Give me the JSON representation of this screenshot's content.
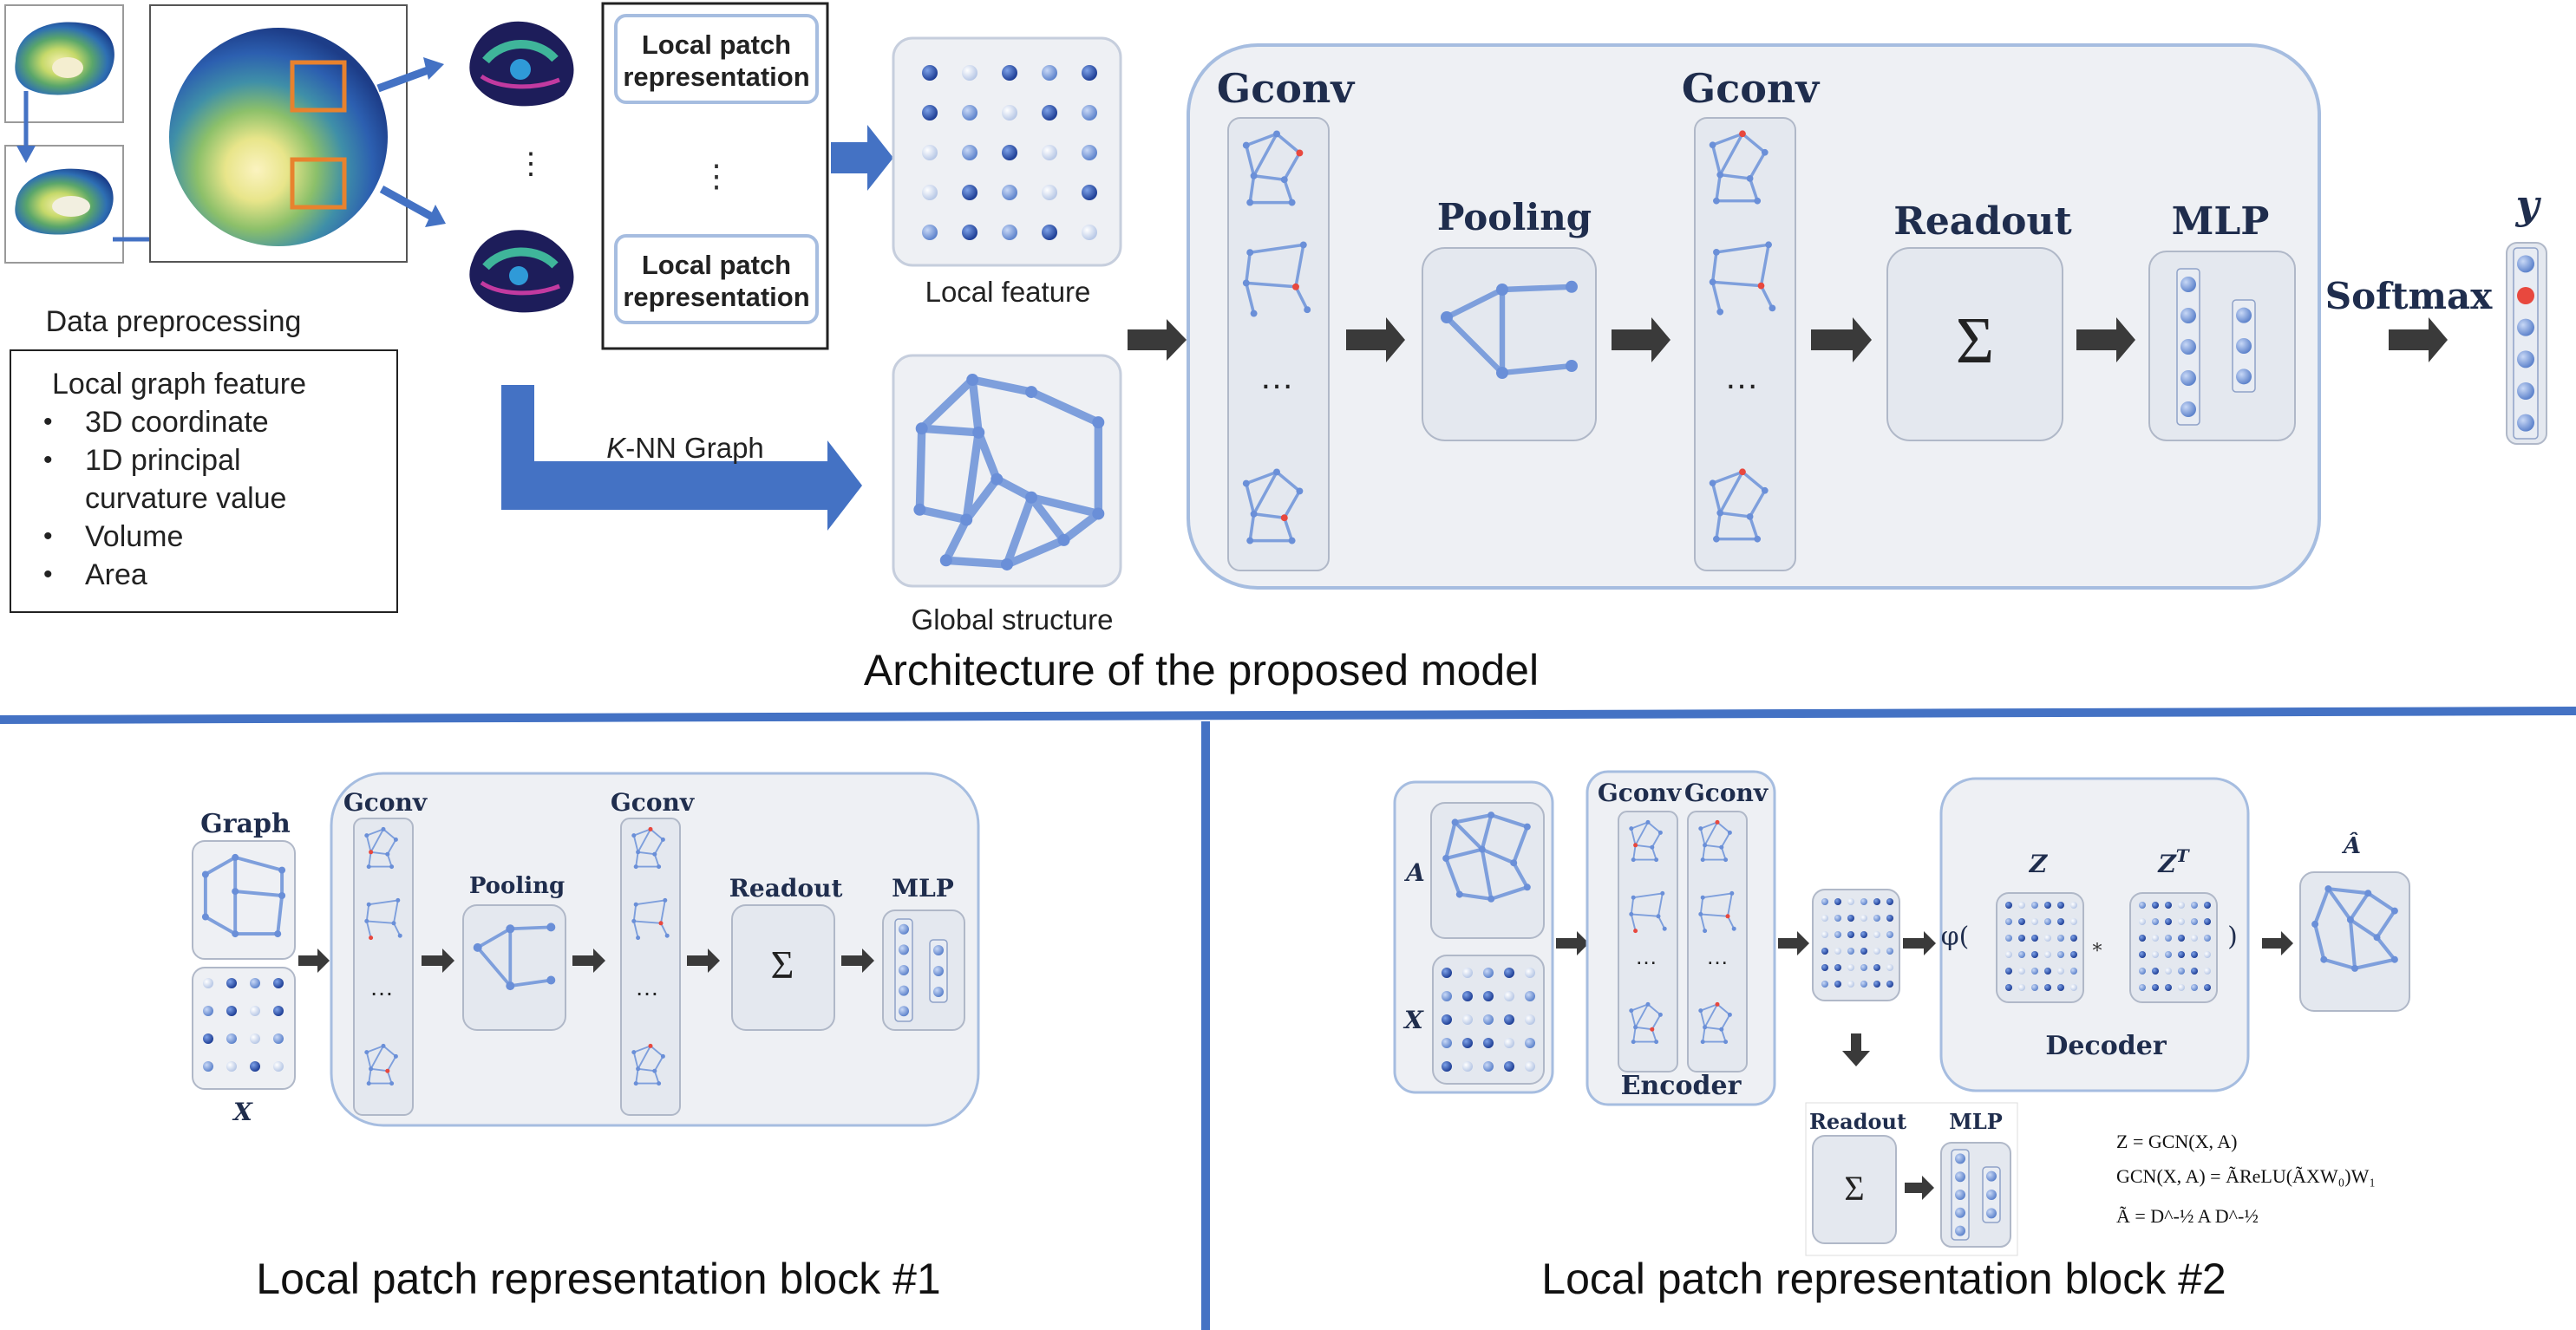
{
  "top": {
    "patch_box": {
      "label_top": "Local patch representation",
      "ellipsis": "⋮",
      "label_bottom": "Local patch representation"
    },
    "data_preprocessing": "Data preprocessing",
    "feature_box": {
      "title": "Local graph feature",
      "items": [
        "3D coordinate",
        "1D principal",
        "curvature value",
        "Volume",
        "Area"
      ]
    },
    "knn_label": "K-NN Graph",
    "local_feature": "Local feature",
    "global_structure": "Global structure",
    "gconv1": "Gconv",
    "gconv2": "Gconv",
    "pooling": "Pooling",
    "readout": "Readout",
    "mlp": "MLP",
    "sum_symbol": "Σ",
    "dots": "…",
    "softmax": "Softmax",
    "y": "y",
    "caption": "Architecture of the proposed model"
  },
  "block1": {
    "graph": "Graph",
    "x": "X",
    "gconv1": "Gconv",
    "gconv2": "Gconv",
    "pooling": "Pooling",
    "readout": "Readout",
    "mlp": "MLP",
    "sum_symbol": "Σ",
    "dots": "…",
    "caption": "Local patch representation block #1"
  },
  "block2": {
    "a": "A",
    "x": "X",
    "gconv1": "Gconv",
    "gconv2": "Gconv",
    "encoder": "Encoder",
    "z": "Z",
    "phi_open": "φ(",
    "times": "*",
    "close_paren": ")",
    "z2": "Z",
    "zt_sup": "T",
    "a_hat": "Â",
    "decoder": "Decoder",
    "readout": "Readout",
    "mlp": "MLP",
    "sum_symbol": "Σ",
    "dots": "…",
    "eq1": "Z = GCN(X, A)",
    "eq2": "GCN(X, A) = ÃReLU(ÃXW₀)W₁",
    "eq3": "Ã = D^-½ A D^-½",
    "caption": "Local patch representation block #2"
  },
  "colors": {
    "divider": "#4472c4",
    "arrow_blue": "#4472c4",
    "node": "#6a8fd8",
    "highlight": "#e8483e",
    "box_fill": "#eef0f4",
    "box_stroke": "#aab8d8",
    "title_navy": "#1f2d4d"
  }
}
